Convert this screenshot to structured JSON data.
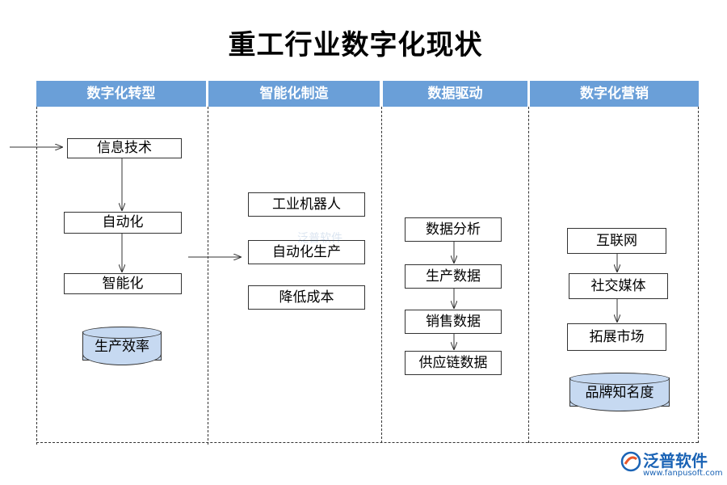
{
  "title": "重工行业数字化现状",
  "lanes": [
    {
      "label": "数字化转型"
    },
    {
      "label": "智能化制造"
    },
    {
      "label": "数据驱动"
    },
    {
      "label": "数字化营销"
    }
  ],
  "lane1": {
    "boxes": [
      "信息技术",
      "自动化",
      "智能化"
    ],
    "cylinder": "生产效率"
  },
  "lane2": {
    "boxes": [
      "工业机器人",
      "自动化生产",
      "降低成本"
    ]
  },
  "lane3": {
    "boxes": [
      "数据分析",
      "生产数据",
      "销售数据",
      "供应链数据"
    ]
  },
  "lane4": {
    "boxes": [
      "互联网",
      "社交媒体",
      "拓展市场"
    ],
    "cylinder": "品牌知名度"
  },
  "watermark": {
    "center_text": "泛普软件",
    "brand": "泛普软件",
    "url": "www.fanpusoft.com"
  },
  "colors": {
    "header_bg": "#6a9fd8",
    "cylinder_fill": "#c6d9f1",
    "brand": "#1a63b5"
  }
}
